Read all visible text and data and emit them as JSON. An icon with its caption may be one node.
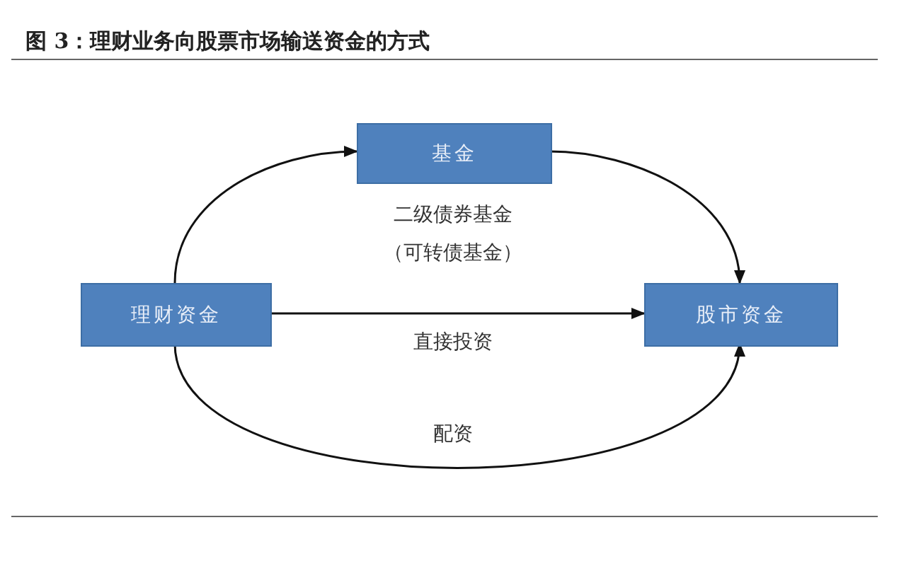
{
  "diagram": {
    "title": "图 3：理财业务向股票市场输送资金的方式",
    "nodes": [
      {
        "text": [
          "基金"
        ]
      },
      {
        "text": [
          "理财资金"
        ]
      },
      {
        "text": [
          "股市资金"
        ]
      }
    ],
    "edges": [
      {
        "from": 1,
        "to": 0,
        "arrow": "to"
      },
      {
        "from": 0,
        "to": 2,
        "arrow": "to"
      },
      {
        "from": 1,
        "to": 2,
        "arrow": "to",
        "label": "直接投资"
      },
      {
        "from": 1,
        "to": 2,
        "arrow": "to",
        "label": "配资"
      }
    ],
    "labels": [
      "二级债券基金",
      "（可转债基金）"
    ]
  }
}
